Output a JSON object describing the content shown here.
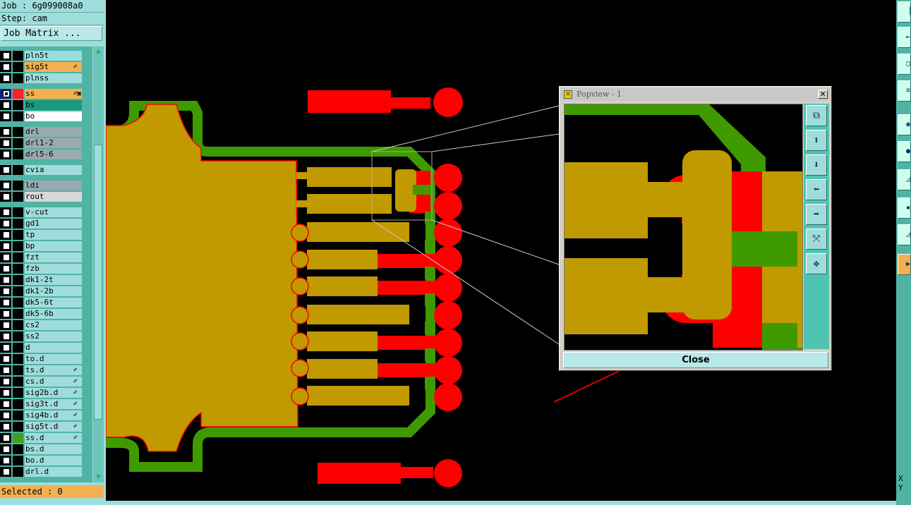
{
  "header": {
    "job": "Job : 6g099008a0",
    "step": "Step: cam",
    "job_matrix": "Job Matrix ..."
  },
  "layers": [
    {
      "name": "pln5t",
      "color": "#000000",
      "bg": "#9fdcdc",
      "mark": ""
    },
    {
      "name": "sig5t",
      "color": "#000000",
      "bg": "#f4b050",
      "mark": "✐"
    },
    {
      "name": "plnss",
      "color": "#000000",
      "bg": "#9fdcdc",
      "mark": ""
    },
    {
      "name": "ss",
      "color": "#ff2020",
      "bg": "#f4b050",
      "mark": "✐▣"
    },
    {
      "name": "bs",
      "color": "#000000",
      "bg": "#1a9a7a",
      "mark": ""
    },
    {
      "name": "bo",
      "color": "#000000",
      "bg": "#ffffff",
      "mark": ""
    },
    {
      "name": "drl",
      "color": "#000000",
      "bg": "#9aaab0",
      "mark": ""
    },
    {
      "name": "drl1-2",
      "color": "#000000",
      "bg": "#9aaab0",
      "mark": ""
    },
    {
      "name": "drl5-6",
      "color": "#000000",
      "bg": "#9aaab0",
      "mark": ""
    },
    {
      "name": "cvia",
      "color": "#000000",
      "bg": "#9fdcdc",
      "mark": ""
    },
    {
      "name": "ldi",
      "color": "#000000",
      "bg": "#9aaab0",
      "mark": ""
    },
    {
      "name": "rout",
      "color": "#000000",
      "bg": "#d8d8d8",
      "mark": ""
    },
    {
      "name": "v-cut",
      "color": "#000000",
      "bg": "#9fdcdc",
      "mark": ""
    },
    {
      "name": "gd1",
      "color": "#000000",
      "bg": "#9fdcdc",
      "mark": ""
    },
    {
      "name": "tp",
      "color": "#000000",
      "bg": "#9fdcdc",
      "mark": ""
    },
    {
      "name": "bp",
      "color": "#000000",
      "bg": "#9fdcdc",
      "mark": ""
    },
    {
      "name": "fzt",
      "color": "#000000",
      "bg": "#9fdcdc",
      "mark": ""
    },
    {
      "name": "fzb",
      "color": "#000000",
      "bg": "#9fdcdc",
      "mark": ""
    },
    {
      "name": "dk1-2t",
      "color": "#000000",
      "bg": "#9fdcdc",
      "mark": ""
    },
    {
      "name": "dk1-2b",
      "color": "#000000",
      "bg": "#9fdcdc",
      "mark": ""
    },
    {
      "name": "dk5-6t",
      "color": "#000000",
      "bg": "#9fdcdc",
      "mark": ""
    },
    {
      "name": "dk5-6b",
      "color": "#000000",
      "bg": "#9fdcdc",
      "mark": ""
    },
    {
      "name": "cs2",
      "color": "#000000",
      "bg": "#9fdcdc",
      "mark": ""
    },
    {
      "name": "ss2",
      "color": "#000000",
      "bg": "#9fdcdc",
      "mark": ""
    },
    {
      "name": "d",
      "color": "#000000",
      "bg": "#9fdcdc",
      "mark": ""
    },
    {
      "name": "to.d",
      "color": "#000000",
      "bg": "#9fdcdc",
      "mark": ""
    },
    {
      "name": "ts.d",
      "color": "#000000",
      "bg": "#9fdcdc",
      "mark": "✐"
    },
    {
      "name": "cs.d",
      "color": "#000000",
      "bg": "#9fdcdc",
      "mark": "✐"
    },
    {
      "name": "sig2b.d",
      "color": "#000000",
      "bg": "#9fdcdc",
      "mark": "✐"
    },
    {
      "name": "sig3t.d",
      "color": "#000000",
      "bg": "#9fdcdc",
      "mark": "✐"
    },
    {
      "name": "sig4b.d",
      "color": "#000000",
      "bg": "#9fdcdc",
      "mark": "✐"
    },
    {
      "name": "sig5t.d",
      "color": "#000000",
      "bg": "#9fdcdc",
      "mark": "✐"
    },
    {
      "name": "ss.d",
      "color": "#40a020",
      "bg": "#9fdcdc",
      "mark": "✐"
    },
    {
      "name": "bs.d",
      "color": "#000000",
      "bg": "#9fdcdc",
      "mark": ""
    },
    {
      "name": "bo.d",
      "color": "#000000",
      "bg": "#9fdcdc",
      "mark": ""
    },
    {
      "name": "drl.d",
      "color": "#000000",
      "bg": "#9fdcdc",
      "mark": ""
    }
  ],
  "status": {
    "selected": "Selected : 0"
  },
  "coords": {
    "x": "X",
    "y": "Y"
  },
  "popup": {
    "title": "Popview - 1",
    "close_x": "✕",
    "close_button": "Close",
    "tools": [
      "zoom-fit-icon",
      "pan-up-icon",
      "pan-down-icon",
      "pan-left-icon",
      "pan-right-icon",
      "zoom-out-icon",
      "zoom-in-icon"
    ]
  },
  "colors": {
    "copper": "#c09a00",
    "pad_red": "#ff0000",
    "outline_green": "#3f9a00",
    "panel": "#9fdcdc",
    "highlight": "#f4b050"
  }
}
